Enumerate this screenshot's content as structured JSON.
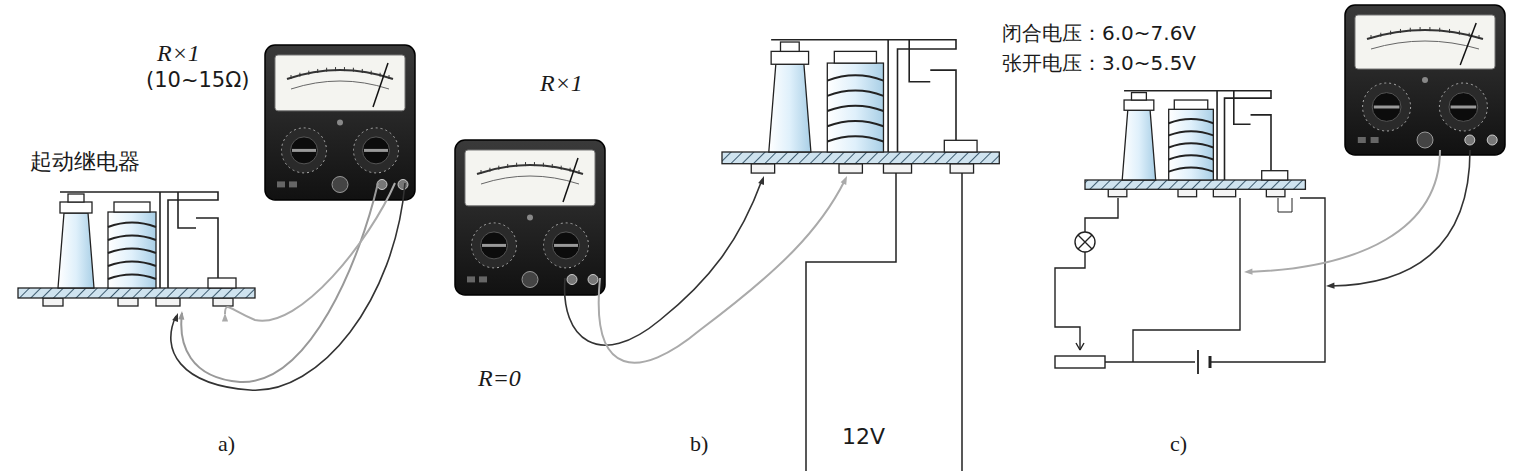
{
  "diagram": {
    "labels": [
      "R×1",
      "(10~15Ω)",
      "起动继电器",
      "R×1",
      "R=0",
      "12V",
      "闭合电压：6.0~7.6V",
      "张开电压：3.0~5.5V",
      "a)",
      "b)",
      "c)"
    ]
  }
}
